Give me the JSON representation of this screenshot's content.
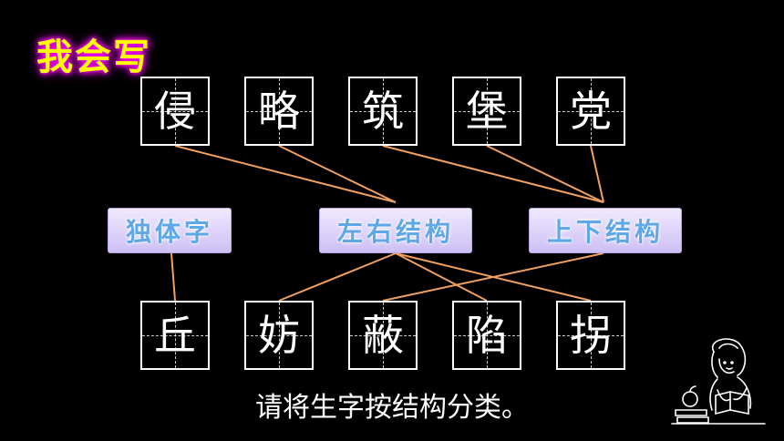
{
  "title": "我会写",
  "top_chars": [
    "侵",
    "略",
    "筑",
    "堡",
    "党"
  ],
  "bottom_chars": [
    "丘",
    "妨",
    "蔽",
    "陷",
    "拐"
  ],
  "categories": [
    "独体字",
    "左右结构",
    "上下结构"
  ],
  "instruction": "请将生字按结构分类。",
  "colors": {
    "title": "#ffff00",
    "line": "#f0a060",
    "category_text": "#5fa8e8"
  },
  "icons": [
    "girl-reading-illustration"
  ]
}
